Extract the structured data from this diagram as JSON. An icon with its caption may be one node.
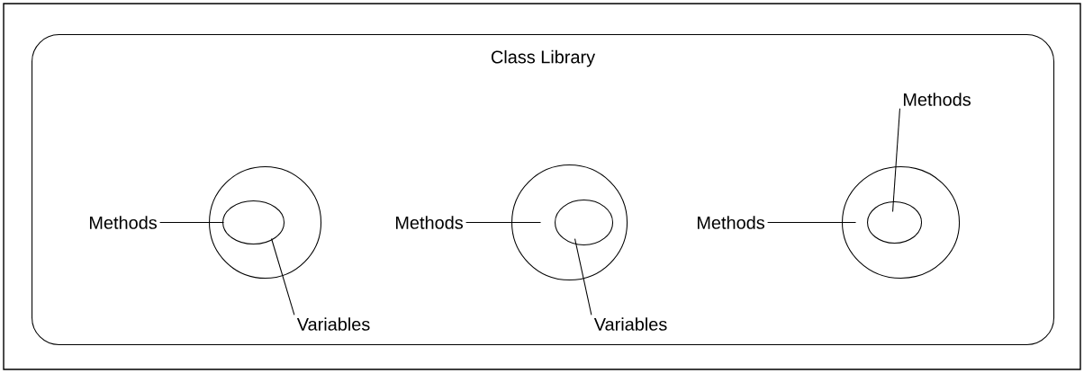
{
  "diagram": {
    "nodes": [
      {
        "text": [
          "Class Library"
        ]
      },
      {
        "text": [],
        "shape": "circle",
        "in": 0
      },
      {
        "text": [],
        "shape": "circle",
        "in": 1
      },
      {
        "text": [
          "Methods"
        ],
        "in": 0
      },
      {
        "text": [
          "Variables"
        ],
        "in": 0
      },
      {
        "text": [],
        "shape": "circle",
        "in": 0
      },
      {
        "text": [],
        "shape": "circle",
        "in": 5
      },
      {
        "text": [
          "Methods"
        ],
        "in": 0
      },
      {
        "text": [
          "Variables"
        ],
        "in": 0
      },
      {
        "text": [
          "Methods"
        ],
        "in": 0
      },
      {
        "text": [],
        "shape": "circle",
        "in": 0
      },
      {
        "text": [],
        "shape": "circle",
        "in": 10
      },
      {
        "text": [
          "Methods"
        ],
        "in": 0
      }
    ],
    "edges": [
      {
        "from": 3,
        "to": 1,
        "arrow": "none"
      },
      {
        "from": 4,
        "to": 2,
        "arrow": "none"
      },
      {
        "from": 7,
        "to": 5,
        "arrow": "none"
      },
      {
        "from": 8,
        "to": 6,
        "arrow": "none"
      },
      {
        "from": 12,
        "to": 11,
        "arrow": "none"
      },
      {
        "from": 9,
        "to": 10,
        "arrow": "none"
      }
    ]
  }
}
